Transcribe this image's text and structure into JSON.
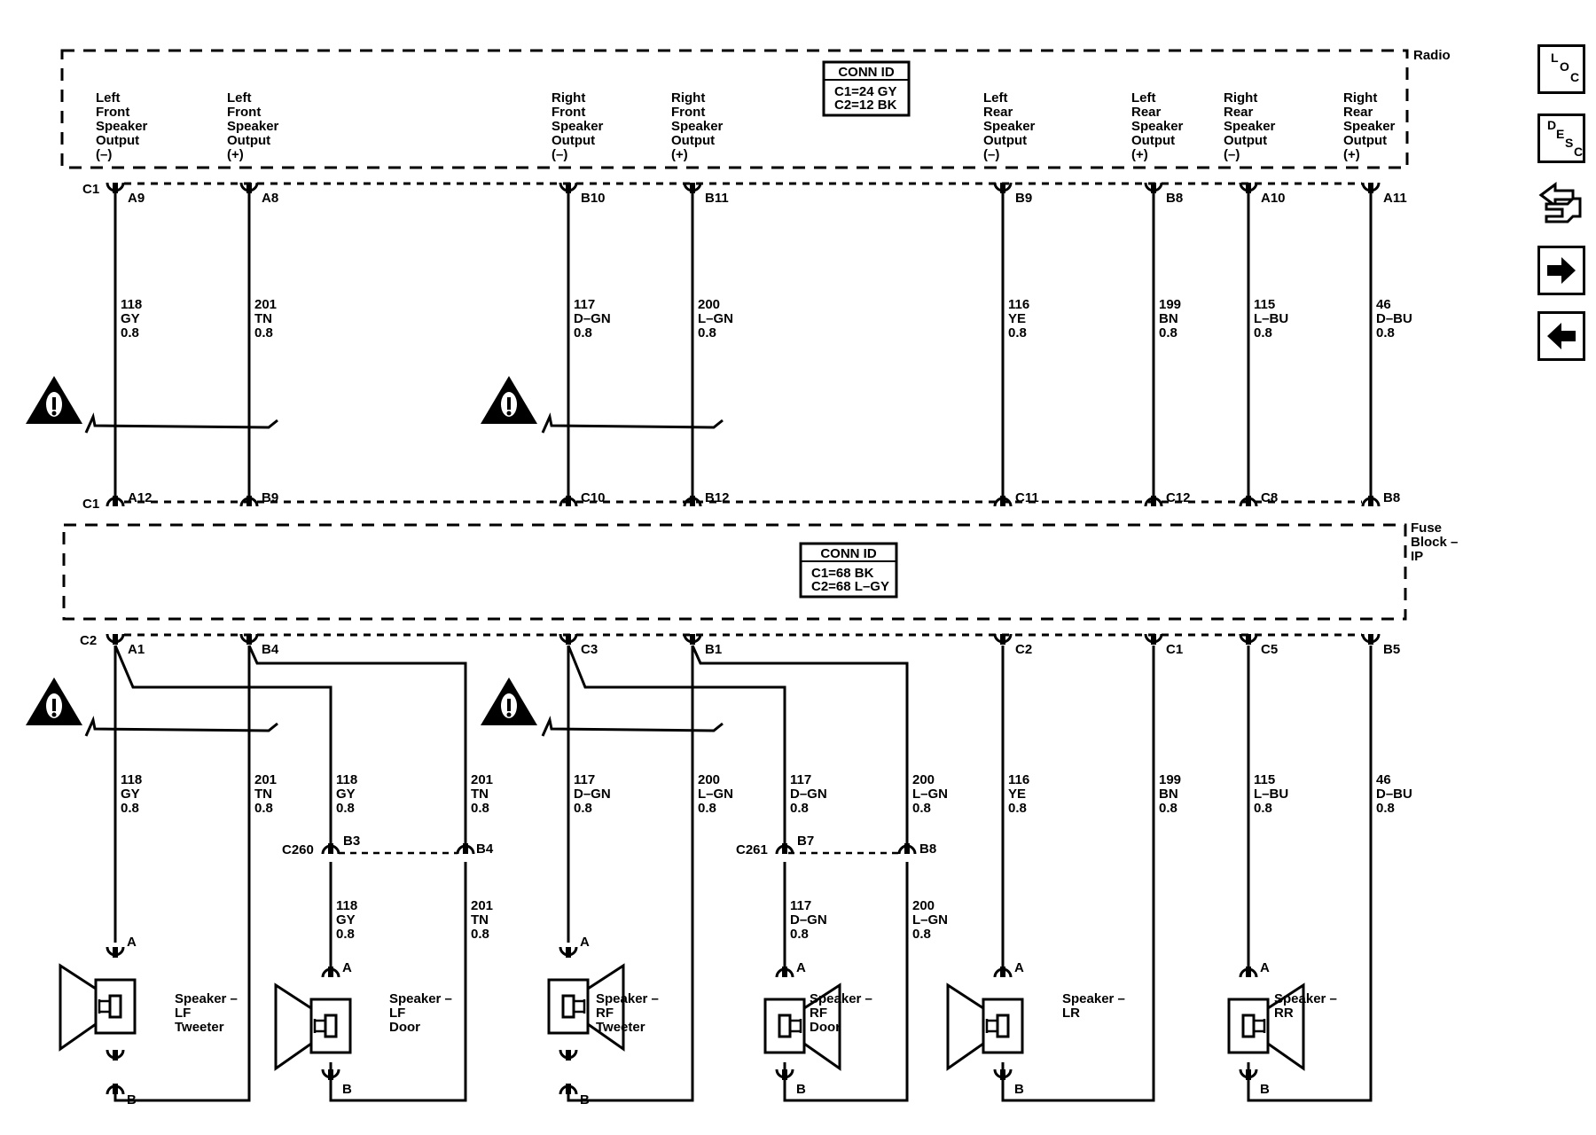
{
  "radio": {
    "label": "Radio",
    "conn_title": "CONN ID",
    "conn_lines": [
      "C1=24 GY",
      "C2=12 BK"
    ]
  },
  "fuse_block": {
    "label_lines": [
      "Fuse",
      "Block –",
      "IP"
    ],
    "conn_title": "CONN ID",
    "conn_lines": [
      "C1=68 BK",
      "C2=68 L–GY"
    ]
  },
  "outputs": [
    {
      "lines": [
        "Left",
        "Front",
        "Speaker",
        "Output",
        "(–)"
      ]
    },
    {
      "lines": [
        "Left",
        "Front",
        "Speaker",
        "Output",
        "(+)"
      ]
    },
    {
      "lines": [
        "Right",
        "Front",
        "Speaker",
        "Output",
        "(–)"
      ]
    },
    {
      "lines": [
        "Right",
        "Front",
        "Speaker",
        "Output",
        "(+)"
      ]
    },
    {
      "lines": [
        "Left",
        "Rear",
        "Speaker",
        "Output",
        "(–)"
      ]
    },
    {
      "lines": [
        "Left",
        "Rear",
        "Speaker",
        "Output",
        "(+)"
      ]
    },
    {
      "lines": [
        "Right",
        "Rear",
        "Speaker",
        "Output",
        "(–)"
      ]
    },
    {
      "lines": [
        "Right",
        "Rear",
        "Speaker",
        "Output",
        "(+)"
      ]
    }
  ],
  "radio_pins": [
    "A9",
    "A8",
    "B10",
    "B11",
    "B9",
    "B8",
    "A10",
    "A11"
  ],
  "radio_conn": "C1",
  "fuse_top_pins": [
    "A12",
    "B9",
    "C10",
    "B12",
    "C11",
    "C12",
    "C8",
    "B8"
  ],
  "fuse_top_conn": "C1",
  "fuse_bot_pins": [
    "A1",
    "B4",
    "C3",
    "B1",
    "C2",
    "C1",
    "C5",
    "B5"
  ],
  "fuse_bot_conn": "C2",
  "upper_wires": [
    {
      "lines": [
        "118",
        "GY",
        "0.8"
      ]
    },
    {
      "lines": [
        "201",
        "TN",
        "0.8"
      ]
    },
    {
      "lines": [
        "117",
        "D–GN",
        "0.8"
      ]
    },
    {
      "lines": [
        "200",
        "L–GN",
        "0.8"
      ]
    },
    {
      "lines": [
        "116",
        "YE",
        "0.8"
      ]
    },
    {
      "lines": [
        "199",
        "BN",
        "0.8"
      ]
    },
    {
      "lines": [
        "115",
        "L–BU",
        "0.8"
      ]
    },
    {
      "lines": [
        "46",
        "D–BU",
        "0.8"
      ]
    }
  ],
  "lower_wires": [
    {
      "lines": [
        "118",
        "GY",
        "0.8"
      ]
    },
    {
      "lines": [
        "201",
        "TN",
        "0.8"
      ]
    },
    {
      "lines": [
        "118",
        "GY",
        "0.8"
      ]
    },
    {
      "lines": [
        "201",
        "TN",
        "0.8"
      ]
    },
    {
      "lines": [
        "117",
        "D–GN",
        "0.8"
      ]
    },
    {
      "lines": [
        "200",
        "L–GN",
        "0.8"
      ]
    },
    {
      "lines": [
        "117",
        "D–GN",
        "0.8"
      ]
    },
    {
      "lines": [
        "200",
        "L–GN",
        "0.8"
      ]
    },
    {
      "lines": [
        "116",
        "YE",
        "0.8"
      ]
    },
    {
      "lines": [
        "199",
        "BN",
        "0.8"
      ]
    },
    {
      "lines": [
        "115",
        "L–BU",
        "0.8"
      ]
    },
    {
      "lines": [
        "46",
        "D–BU",
        "0.8"
      ]
    }
  ],
  "door_wires": [
    {
      "lines": [
        "118",
        "GY",
        "0.8"
      ]
    },
    {
      "lines": [
        "201",
        "TN",
        "0.8"
      ]
    },
    {
      "lines": [
        "117",
        "D–GN",
        "0.8"
      ]
    },
    {
      "lines": [
        "200",
        "L–GN",
        "0.8"
      ]
    }
  ],
  "c260": {
    "name": "C260",
    "pins": [
      "B3",
      "B4"
    ]
  },
  "c261": {
    "name": "C261",
    "pins": [
      "B7",
      "B8"
    ]
  },
  "speakers": [
    {
      "lines": [
        "Speaker –",
        "LF",
        "Tweeter"
      ],
      "pin_a": "A",
      "pin_b": "B"
    },
    {
      "lines": [
        "Speaker –",
        "LF",
        "Door"
      ],
      "pin_a": "A",
      "pin_b": "B"
    },
    {
      "lines": [
        "Speaker –",
        "RF",
        "Tweeter"
      ],
      "pin_a": "A",
      "pin_b": "B"
    },
    {
      "lines": [
        "Speaker –",
        "RF",
        "Door"
      ],
      "pin_a": "A",
      "pin_b": "B"
    },
    {
      "lines": [
        "Speaker –",
        "LR"
      ],
      "pin_a": "A",
      "pin_b": "B"
    },
    {
      "lines": [
        "Speaker –",
        "RR"
      ],
      "pin_a": "A",
      "pin_b": "B"
    }
  ],
  "nav": {
    "loc": [
      "L",
      "O",
      "C"
    ],
    "desc": [
      "D",
      "E",
      "S",
      "C"
    ]
  }
}
